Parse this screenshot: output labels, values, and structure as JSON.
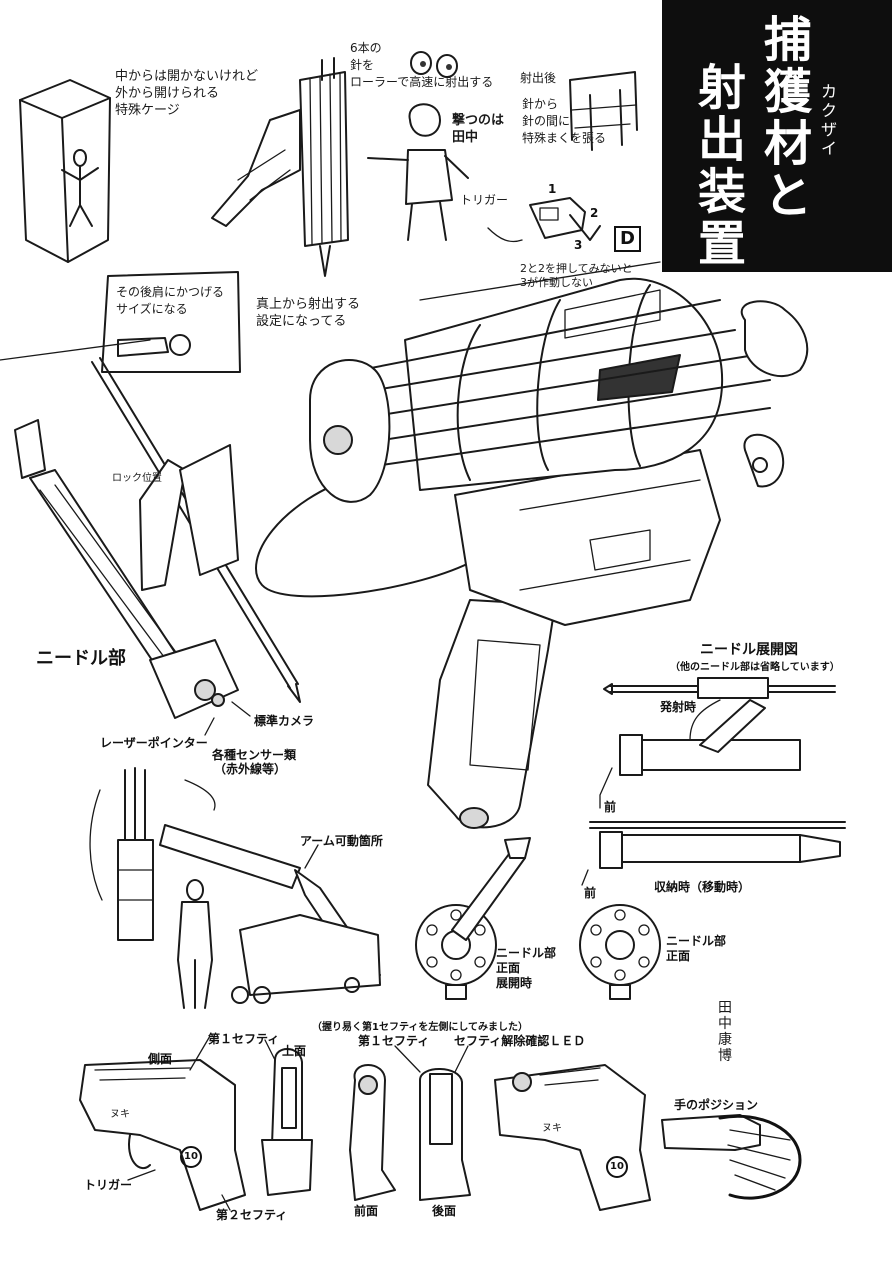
{
  "title": {
    "main": "捕獲材と射出装置",
    "col1": "捕獲材と",
    "col2": "射出装置",
    "ruby": "カクザイ"
  },
  "notes": {
    "cage": "中からは開かないけれど\n外から開けられる\n特殊ケージ",
    "needles": "6本の\n針を\nローラーで高速に射出する",
    "shooter": "撃つのは\n田中",
    "trigger": "トリガー",
    "rope": "針から\n針の間に\n特殊まくを張る",
    "rope_head": "射出後",
    "push": "2と2を押してみないと\n3が作動しない",
    "shoulder": "その後肩にかつげる\nサイズになる",
    "overhead": "真上から射出する\n設定になってる",
    "lock": "ロック位置",
    "sign": "田中康博"
  },
  "labels": {
    "needle_part": "ニードル部",
    "standard_camera": "標準カメラ",
    "laser_pointer": "レーザーポインター",
    "sensors": "各種センサー類",
    "sensors_sub": "（赤外線等）",
    "arm_joint": "アーム可動箇所",
    "needle_front_deployed_1": "ニードル部",
    "needle_front_deployed_2": "正面",
    "needle_front_deployed_3": "展開時",
    "needle_front_1": "ニードル部",
    "needle_front_2": "正面",
    "needle_dev": "ニードル展開図",
    "needle_dev_sub": "（他のニードル部は省略しています）",
    "firing": "発射時",
    "stowed": "収納時（移動時）",
    "front_marker_1": "前",
    "front_marker_2": "前",
    "grip_note": "（握り易く第1セフティを左側にしてみました）",
    "side": "側面",
    "first_safety_a": "第１セフティ",
    "first_safety_b": "第１セフティ",
    "top": "上面",
    "safety_led": "セフティ解除確認ＬＥＤ",
    "trigger_label": "トリガー",
    "second_safety": "第２セフティ",
    "front_view": "前面",
    "rear_view": "後面",
    "hand_position": "手のポジション",
    "grip_mark_1": "ヌキ",
    "grip_mark_2": "ヌキ",
    "badge_1": "10",
    "badge_2": "10",
    "step_1": "1",
    "step_2": "2",
    "step_3": "3",
    "d_mark": "D"
  }
}
